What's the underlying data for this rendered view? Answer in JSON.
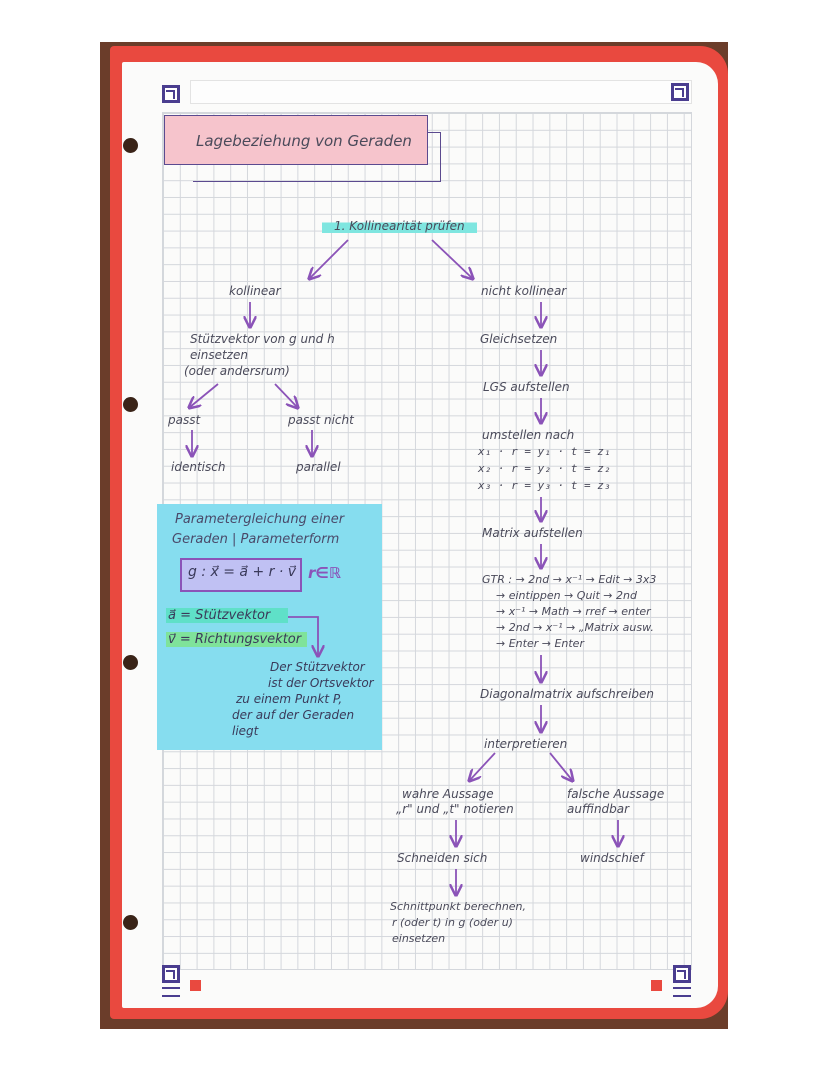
{
  "title": "Lagebeziehung von Geraden",
  "step1": "1. Kollinearität prüfen",
  "left": {
    "kollinear": "kollinear",
    "stuetz_line1": "Stützvektor von g und h",
    "stuetz_line2": "einsetzen",
    "stuetz_line3": "(oder andersrum)",
    "passt": "passt",
    "passt_nicht": "passt nicht",
    "identisch": "identisch",
    "parallel": "parallel"
  },
  "right": {
    "nicht_kollinear": "nicht kollinear",
    "gleichsetzen": "Gleichsetzen",
    "lgs": "LGS aufstellen",
    "umstellen": "umstellen nach",
    "eq1": "x₁ · r = y₁ · t = z₁",
    "eq2": "x₂ · r = y₂ · t = z₂",
    "eq3": "x₃ · r = y₃ · t = z₃",
    "matrix": "Matrix aufstellen",
    "gtr1": "GTR : → 2nd → x⁻¹ → Edit → 3x3",
    "gtr2": "→ eintippen → Quit → 2nd",
    "gtr3": "→ x⁻¹ → Math → rref → enter",
    "gtr4": "→ 2nd → x⁻¹ → „Matrix ausw.",
    "gtr5": "→ Enter → Enter",
    "diagonal": "Diagonalmatrix aufschreiben",
    "interpretieren": "interpretieren",
    "wahr1": "wahre Aussage",
    "wahr2": "„r\" und „t\" notieren",
    "falsch1": "falsche Aussage",
    "falsch2": "auffindbar",
    "schneiden": "Schneiden sich",
    "windschief": "windschief",
    "sp1": "Schnittpunkt berechnen,",
    "sp2": "r (oder t) in g (oder u)",
    "sp3": "einsetzen"
  },
  "sticky": {
    "line1": "Parametergleichung einer",
    "line2": "Geraden | Parameterform",
    "formula": "g : x⃗ = a⃗ + r · v⃗",
    "domain": "r∈ℝ",
    "a_label": "a⃗ = Stützvektor",
    "v_label": "v⃗ = Richtungsvektor",
    "note1": "Der Stützvektor",
    "note2": "ist der Ortsvektor",
    "note3": "zu einem Punkt P,",
    "note4": "der auf der Geraden",
    "note5": "liegt"
  },
  "colors": {
    "frame": "#e9493f",
    "arrow": "#8b53b8",
    "sticky": "#86ddef",
    "title_bg": "#f6c4cc",
    "highlight": "#7fe6e0"
  }
}
